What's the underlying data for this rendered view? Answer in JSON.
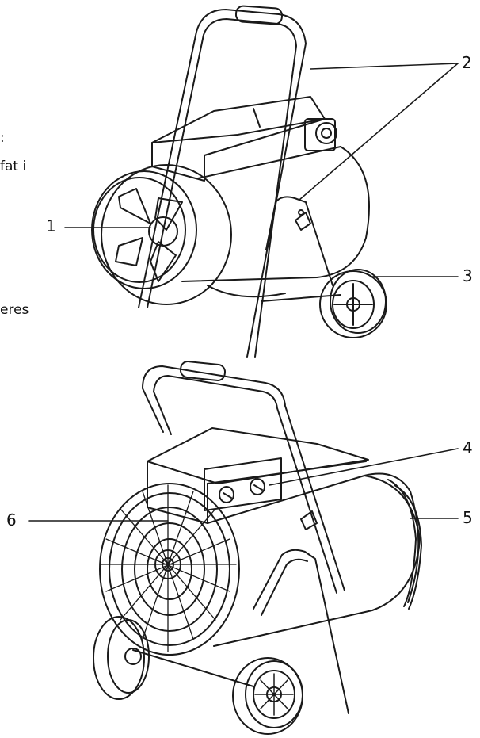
{
  "side_text": [
    ":",
    "fat i",
    "eres"
  ],
  "callouts": [
    {
      "number": "1"
    },
    {
      "number": "2"
    },
    {
      "number": "3"
    },
    {
      "number": "4"
    },
    {
      "number": "5"
    },
    {
      "number": "6"
    }
  ],
  "colors": {
    "line": "#1a1a1a",
    "background": "#ffffff"
  }
}
